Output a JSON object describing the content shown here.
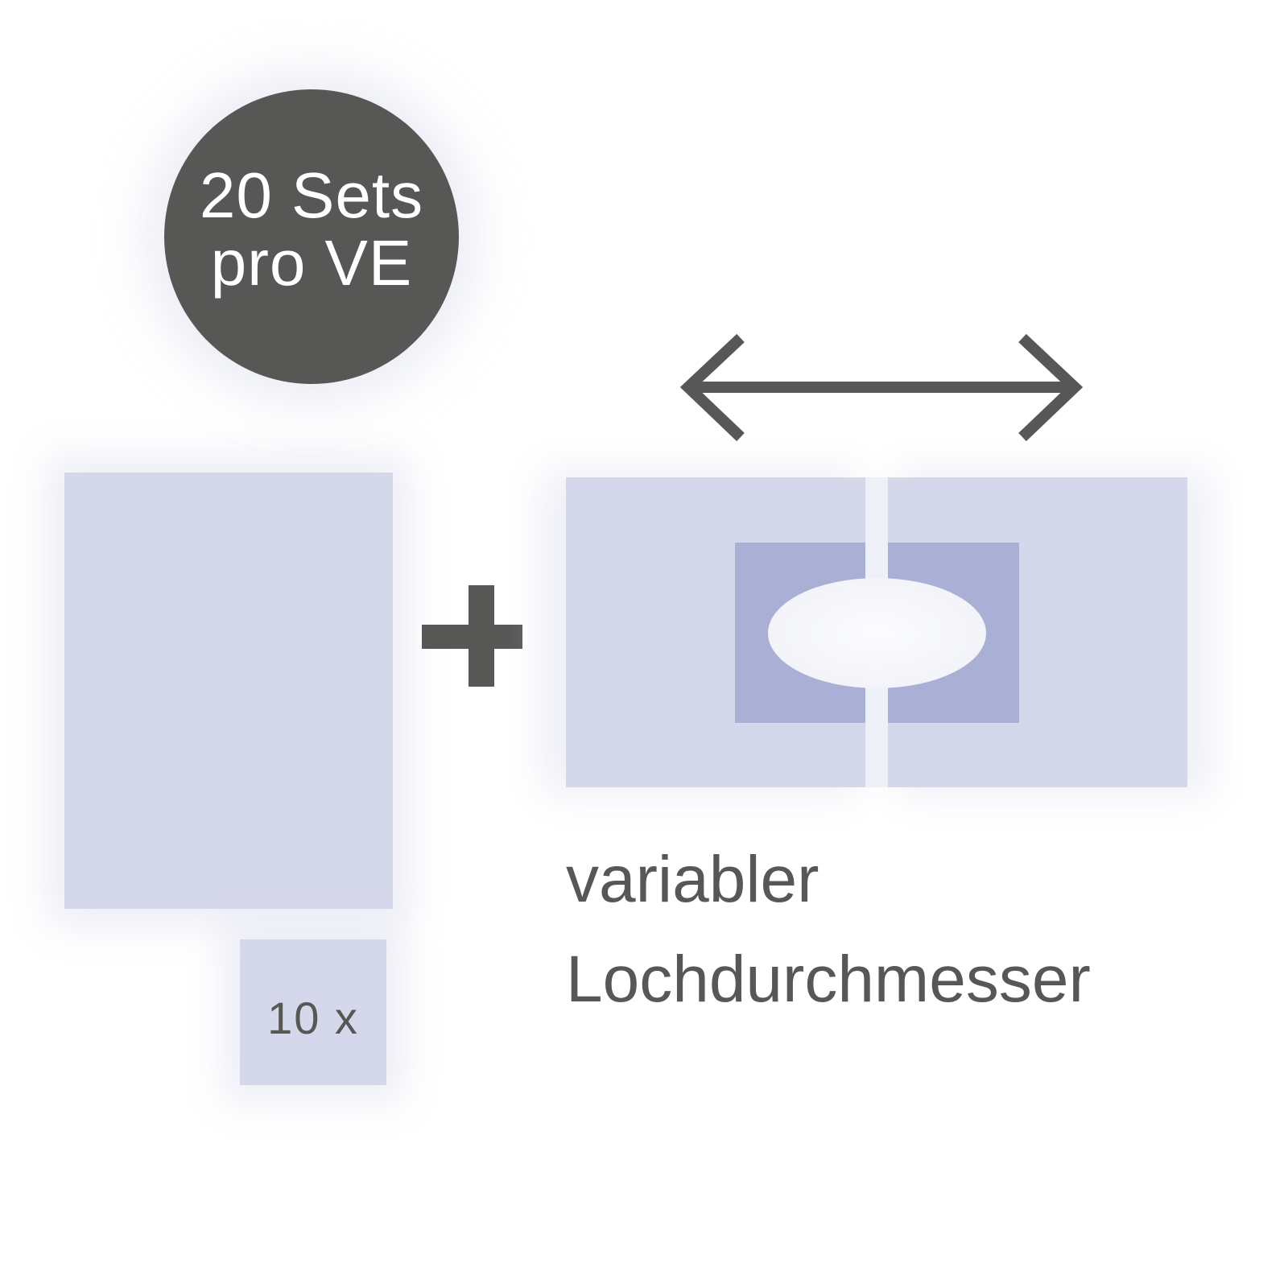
{
  "badge": {
    "line1": "20 Sets",
    "line2": "pro VE",
    "color": "#575756",
    "text_color": "#ffffff"
  },
  "left_item": {
    "quantity_label": "10 x",
    "sheet_color": "#d5d7ea"
  },
  "operator": {
    "symbol": "plus-icon",
    "color": "#575756"
  },
  "right_item": {
    "arrow_icon": "double-arrow-horizontal-icon",
    "adhesive_color": "#aab0d5",
    "sheet_color": "#d5d7ea",
    "caption_line1": "variabler",
    "caption_line2": "Lochdurchmesser"
  }
}
